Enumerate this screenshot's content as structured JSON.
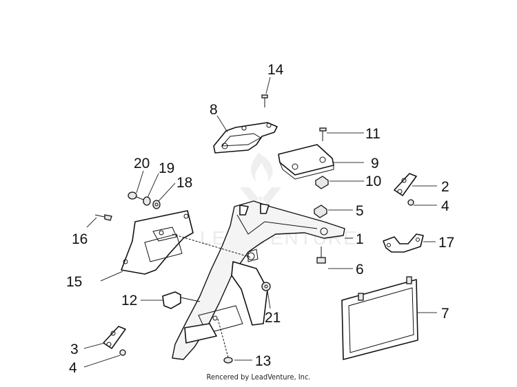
{
  "watermark": {
    "text": "LEADVENTURE"
  },
  "callouts": {
    "c1": "1",
    "c2": "2",
    "c3": "3",
    "c4a": "4",
    "c4b": "4",
    "c5": "5",
    "c6": "6",
    "c7": "7",
    "c8": "8",
    "c9": "9",
    "c10": "10",
    "c11": "11",
    "c12": "12",
    "c13": "13",
    "c14": "14",
    "c15": "15",
    "c16": "16",
    "c17": "17",
    "c18": "18",
    "c19": "19",
    "c20": "20",
    "c21": "21"
  },
  "footer": {
    "credit": "Rencered by LeadVenture, Inc."
  }
}
